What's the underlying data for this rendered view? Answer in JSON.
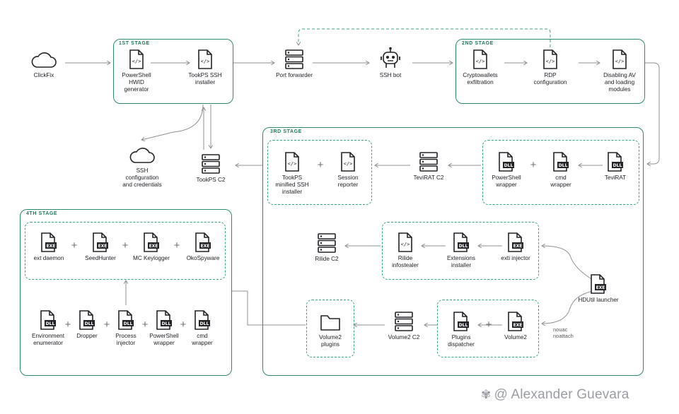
{
  "stages": {
    "s1": "1ST STAGE",
    "s2": "2ND STAGE",
    "s3": "3RD STAGE",
    "s4": "4TH STAGE"
  },
  "nodes": {
    "clickfix": "ClickFix",
    "ps_hwid": "PowerShell\nHWID\ngenerator",
    "tookps_ssh_installer": "TookPS SSH\ninstaller",
    "port_forwarder": "Port forwarder",
    "ssh_bot": "SSH bot",
    "cryptowallets": "Cryptowallets\nexfiltration",
    "rdp_config": "RDP\nconfiguration",
    "disabling_av": "Disabling AV\nand loading\nmodules",
    "ssh_config": "SSH\nconfiguration\nand credentials",
    "tookps_c2": "TookPS C2",
    "tookps_minified": "TookPS\nminified SSH\ninstaller",
    "session_reporter": "Session\nreporter",
    "tevirat_c2": "TeviRAT C2",
    "ps_wrapper_3": "PowerShell\nwrapper",
    "cmd_wrapper_3": "cmd\nwrapper",
    "tevirat": "TeviRAT",
    "rilide_c2": "Rilide C2",
    "rilide_infostealer": "Rilide\ninfostealer",
    "extensions_installer": "Extensions\ninstaller",
    "exti_injector": "exti injector",
    "hdutil_launcher": "HDUtil launcher",
    "volume2_plugins": "Volume2\nplugins",
    "volume2_c2": "Volume2 C2",
    "plugins_dispatcher": "Plugins\ndispatcher",
    "volume2": "Volume2",
    "ext_daemon": "ext daemon",
    "seedhunter": "SeedHunter",
    "mc_keylogger": "MC Keylogger",
    "okospyware": "OkoSpyware",
    "env_enumerator": "Environment\nenumerator",
    "dropper": "Dropper",
    "process_injector": "Process\ninjector",
    "ps_wrapper_4": "PowerShell\nwrapper",
    "cmd_wrapper_4": "cmd\nwrapper"
  },
  "notes": {
    "nouac": "nouac\nnoattach"
  },
  "watermark": "@ Alexander Guevara",
  "icons": {
    "cloud": "cloud-icon",
    "script": "script-file-icon",
    "dll": "dll-file-icon",
    "exe": "exe-file-icon",
    "server": "server-icon",
    "bot": "bot-icon",
    "folder": "folder-icon"
  },
  "colors": {
    "stage_border": "#2e8a6e",
    "dashed_border": "#39a287",
    "arrow": "#8e9196",
    "icon": "#222428"
  }
}
